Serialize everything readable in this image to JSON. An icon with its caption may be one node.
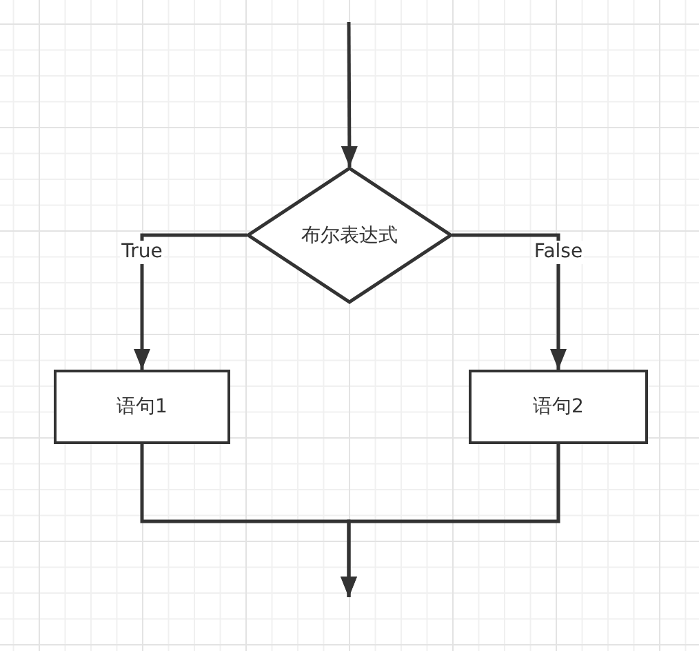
{
  "diagram": {
    "nodes": [
      {
        "text": [
          "布尔表达式"
        ]
      },
      {
        "text": [
          "语句1"
        ]
      },
      {
        "text": [
          "语句2"
        ]
      }
    ],
    "edges": [
      {
        "from": null,
        "to": 0,
        "arrow": "to"
      },
      {
        "from": 0,
        "to": 1,
        "arrow": "to",
        "label": "True"
      },
      {
        "from": 0,
        "to": 2,
        "arrow": "to",
        "label": "False"
      },
      {
        "from": 1,
        "to": null,
        "arrow": "to"
      },
      {
        "from": 2,
        "to": null,
        "arrow": "to"
      }
    ]
  }
}
